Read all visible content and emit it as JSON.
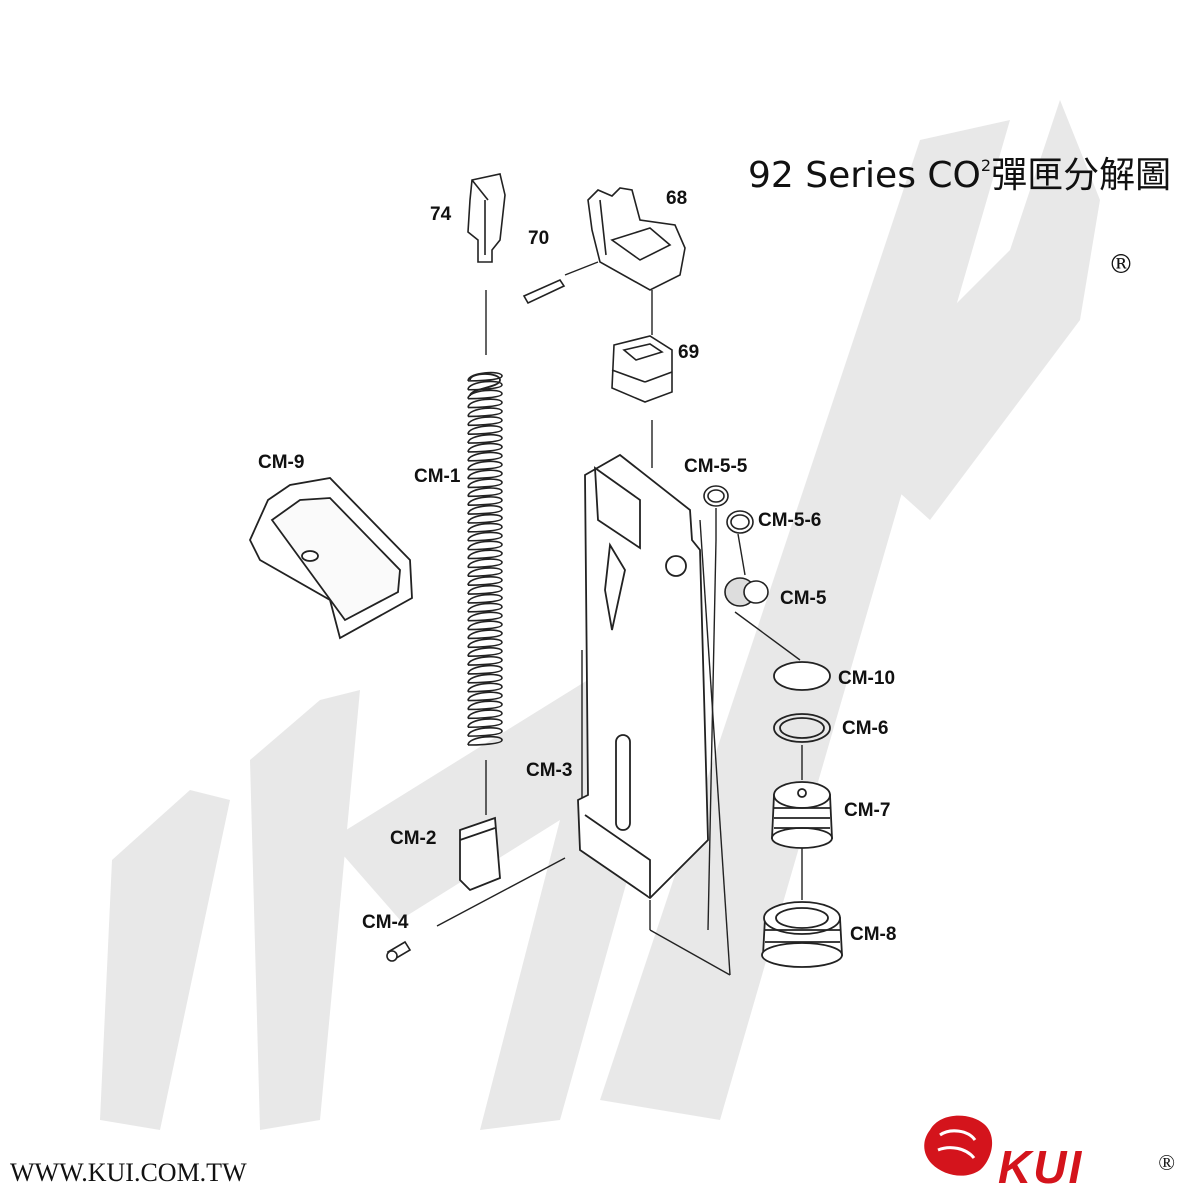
{
  "title": {
    "main": "92 Series CO",
    "superscript": "2",
    "suffix": "彈匣分解圖"
  },
  "registered_mark": "®",
  "website": "WWW.KUI.COM.TW",
  "brand": {
    "name": "KUI",
    "mark": "®",
    "color": "#d4141c"
  },
  "watermark": {
    "text": "KUI",
    "color": "#e6e6e6"
  },
  "parts": {
    "p74": "74",
    "p68": "68",
    "p70": "70",
    "p69": "69",
    "cm9": "CM-9",
    "cm1": "CM-1",
    "cm55": "CM-5-5",
    "cm56": "CM-5-6",
    "cm5": "CM-5",
    "cm10": "CM-10",
    "cm6": "CM-6",
    "cm3": "CM-3",
    "cm7": "CM-7",
    "cm2": "CM-2",
    "cm4": "CM-4",
    "cm8": "CM-8"
  }
}
